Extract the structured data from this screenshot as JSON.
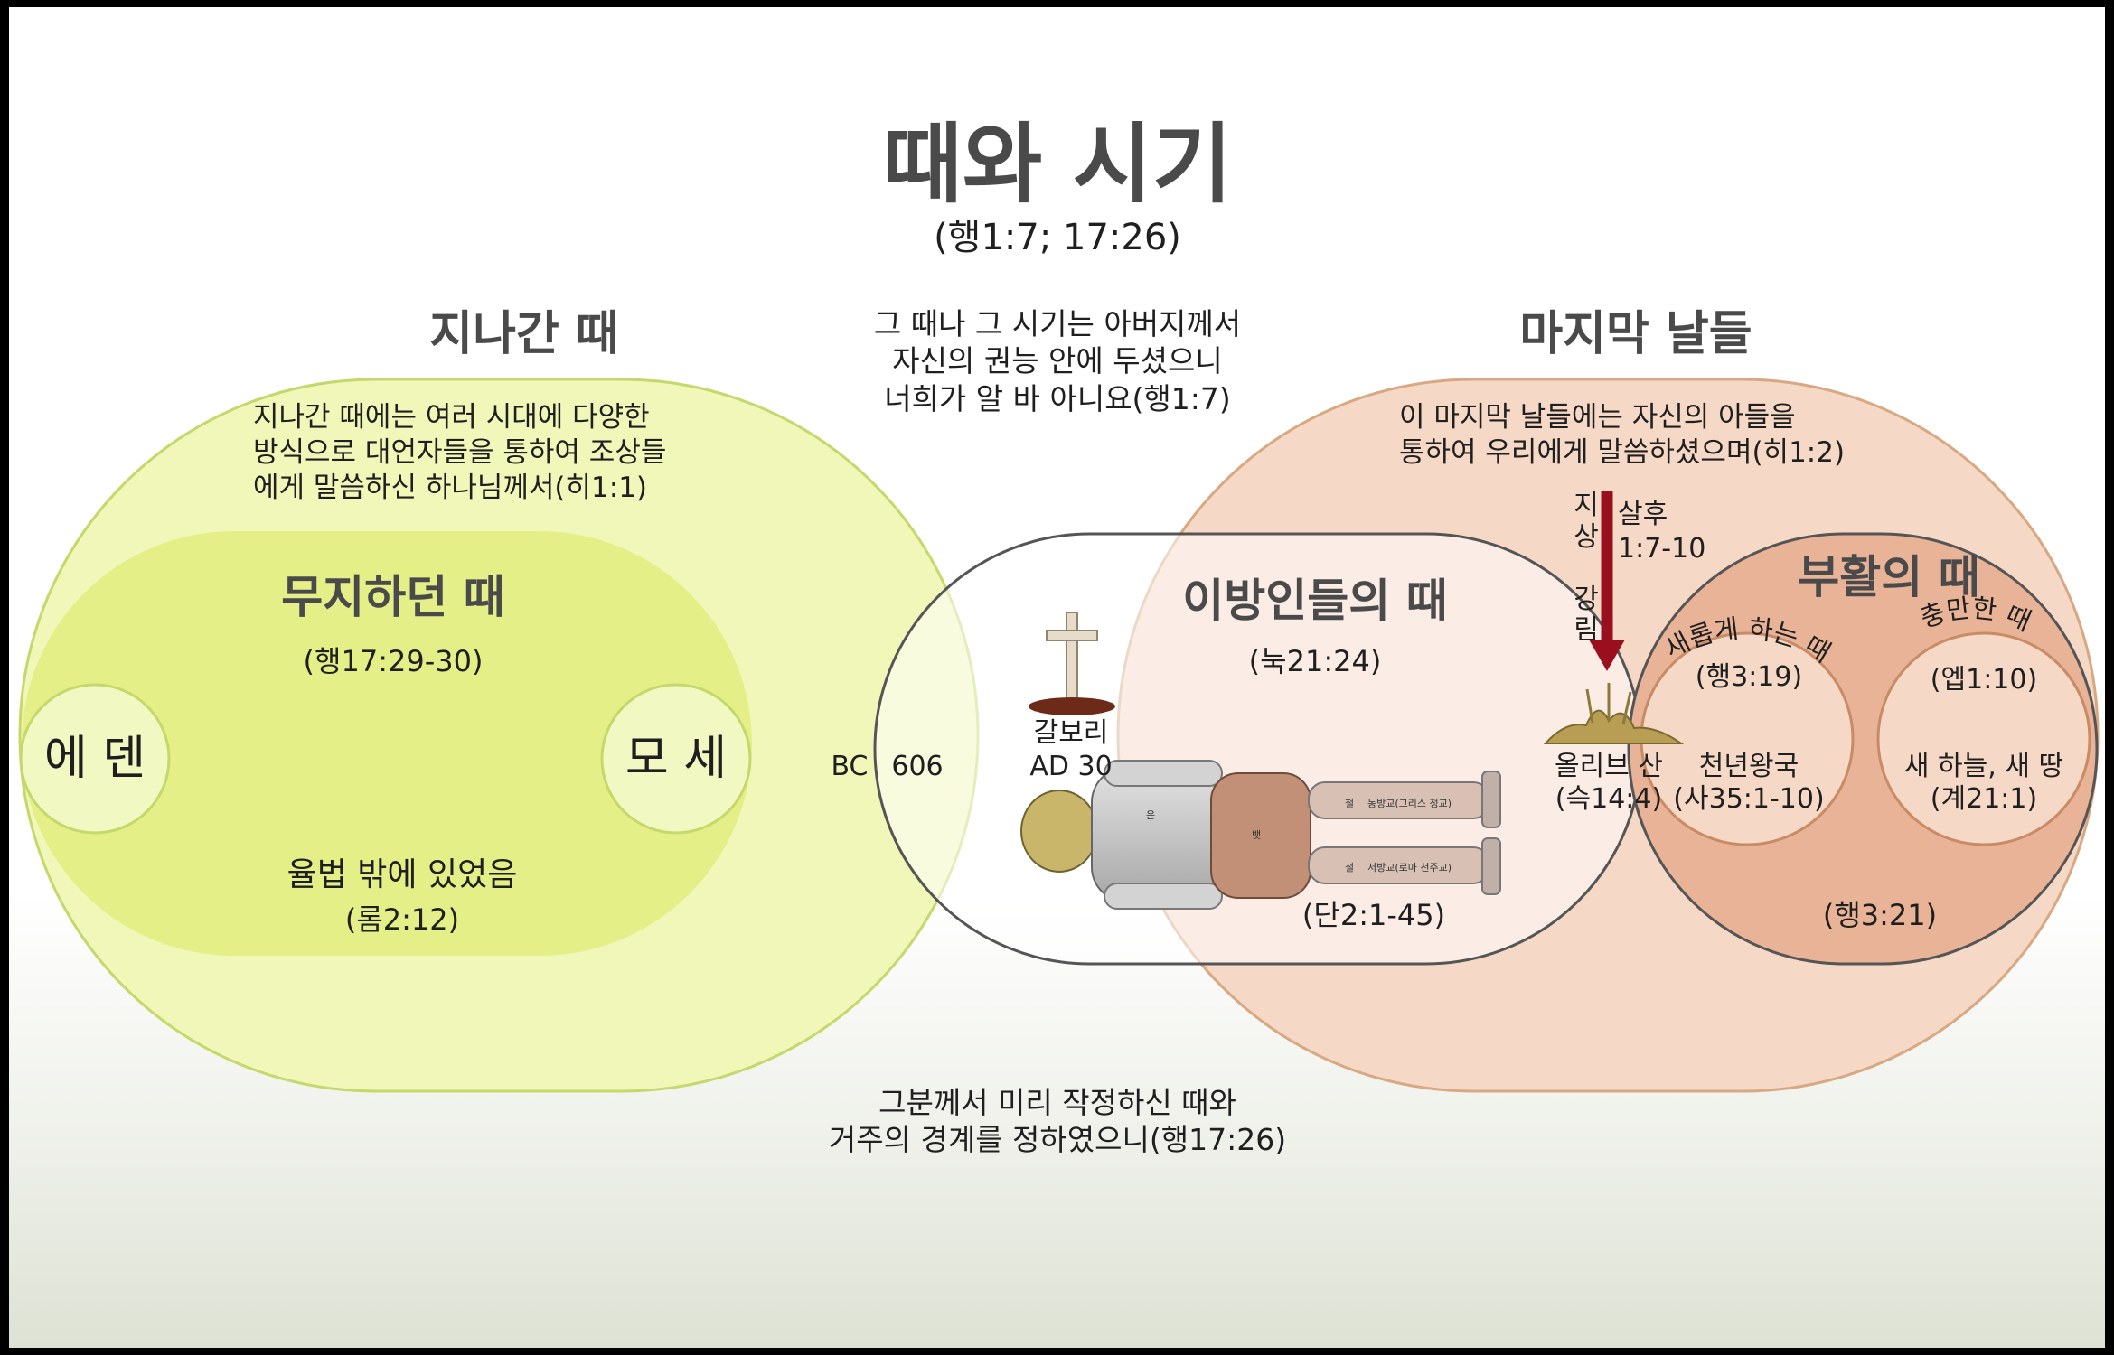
{
  "title": "때와 시기",
  "title_ref": "(행1:7; 17:26)",
  "top_quote": "그 때나 그 시기는 아버지께서\n자신의 권능 안에 두셨으니\n너희가 알 바 아니요(행1:7)",
  "bottom_quote": "그분께서 미리 작정하신 때와\n거주의 경계를 정하였으니(행17:26)",
  "past": {
    "heading": "지나간 때",
    "text": "지나간 때에는 여러 시대에 다양한\n방식으로 대언자들을 통하여 조상들\n에게 말씀하신 하나님께서(히1:1)",
    "ignorance_heading": "무지하던 때",
    "ignorance_ref": "(행17:29-30)",
    "law_text": "율법 밖에 있었음",
    "law_ref": "(롬2:12)",
    "eden": "에 덴",
    "moses": "모 세",
    "color": "#eef5b5"
  },
  "gentiles": {
    "bc_label": "BC",
    "bc_year": "606",
    "calvary": "갈보리",
    "calvary_year": "AD 30",
    "heading": "이방인들의 때",
    "ref": "(눅21:24)",
    "daniel_ref": "(단2:1-45)",
    "statue_labels": [
      "철",
      "동방교(그리스 정교)",
      "철",
      "서방교(로마 천주교)",
      "뱃",
      "은"
    ]
  },
  "last_days": {
    "heading": "마지막 날들",
    "text": "이 마지막 날들에는 자신의 아들을\n통하여 우리에게 말씀하셨으며(히1:2)",
    "descent": "지\n상\n\n강\n림",
    "thess": "살후\n1:7-10",
    "olive": "올리브 산",
    "olive_ref": "(슥14:4)",
    "resurrection_heading": "부활의 때",
    "restoration_arc": "새롭게 하는 때",
    "restoration_ref": "(행3:19)",
    "millennium": "천년왕국",
    "millennium_ref": "(사35:1-10)",
    "fullness_arc": "충만한 때",
    "fullness_ref": "(엡1:10)",
    "new_earth": "새 하늘, 새 땅",
    "new_earth_ref": "(계21:1)",
    "restitution_ref": "(행3:21)",
    "color": "#f5d9c6"
  },
  "colors": {
    "past_outer": "#f1f7b8",
    "past_inner": "#e5ef88",
    "last_outer": "#f5d8c5",
    "resurrection": "#e8b397",
    "arrow": "#9a0f1e"
  }
}
